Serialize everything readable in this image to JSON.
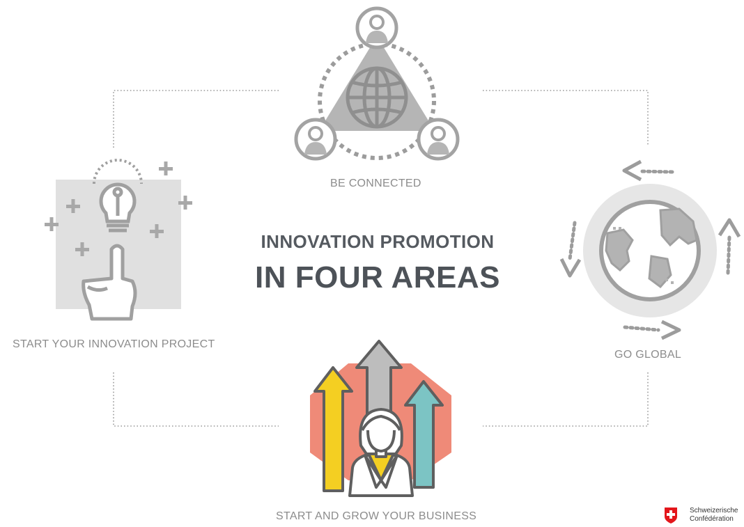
{
  "title": {
    "line1": "INNOVATION PROMOTION",
    "line2": "IN FOUR AREAS"
  },
  "areas": {
    "top": "BE CONNECTED",
    "left": "START YOUR INNOVATION PROJECT",
    "right": "GO GLOBAL",
    "bottom": "START AND GROW YOUR BUSINESS"
  },
  "logo": {
    "line1": "Schweizerische",
    "line2": "Confédération"
  },
  "colors": {
    "icon_gray": "#b3b3b3",
    "icon_dark": "#9a9a9a",
    "connector": "#999999",
    "title": "#4d5258",
    "yellow": "#f4cf22",
    "coral": "#ef8a78",
    "teal": "#7cc4c4",
    "swiss_red": "#e3161b"
  }
}
